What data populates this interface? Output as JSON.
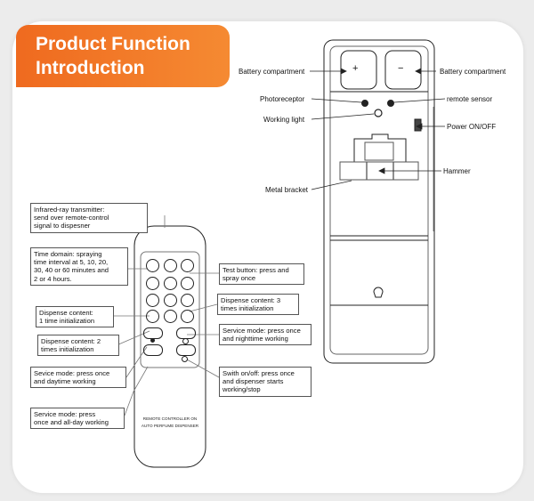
{
  "title": {
    "line1": "Product Function",
    "line2": "Introduction"
  },
  "dispenser_labels": {
    "battery_left": "Battery compartment",
    "battery_right": "Battery compartment",
    "photoreceptor": "Photoreceptor",
    "remote_sensor": "remote sensor",
    "working_light": "Working light",
    "power": "Power ON/OFF",
    "hammer": "Hammer",
    "metal_bracket": "Metal bracket",
    "plus_sign": "+",
    "minus_sign": "−"
  },
  "remote_labels": {
    "infrared": [
      "Infrared-ray transmitter:",
      "send over remote-control",
      "signal to dispesner"
    ],
    "time_domain": [
      "Time domain: spraying",
      "time interval at 5, 10, 20,",
      "30, 40 or 60 minutes and",
      "2 or 4 hours."
    ],
    "dispense_1": [
      "Dispense content:",
      "1 time initialization"
    ],
    "dispense_2": [
      "Dispense content: 2",
      "times initialization"
    ],
    "service_day": [
      "Sevice mode: press once",
      "and daytime working"
    ],
    "service_allday": [
      "Service mode: press",
      "once and all-day working"
    ],
    "test_button": [
      "Test button: press and",
      "spray once"
    ],
    "dispense_3": [
      "Dispense content: 3",
      "times initialization"
    ],
    "service_night": [
      "Service mode: press once",
      "and nighttime working"
    ],
    "switch": [
      "Swith on/off: press once",
      "and dispenser starts",
      "working/stop"
    ],
    "remote_line1": "REMOTE CONTROLLER ON",
    "remote_line2": "AUTO PERFUME DISPENSER"
  }
}
